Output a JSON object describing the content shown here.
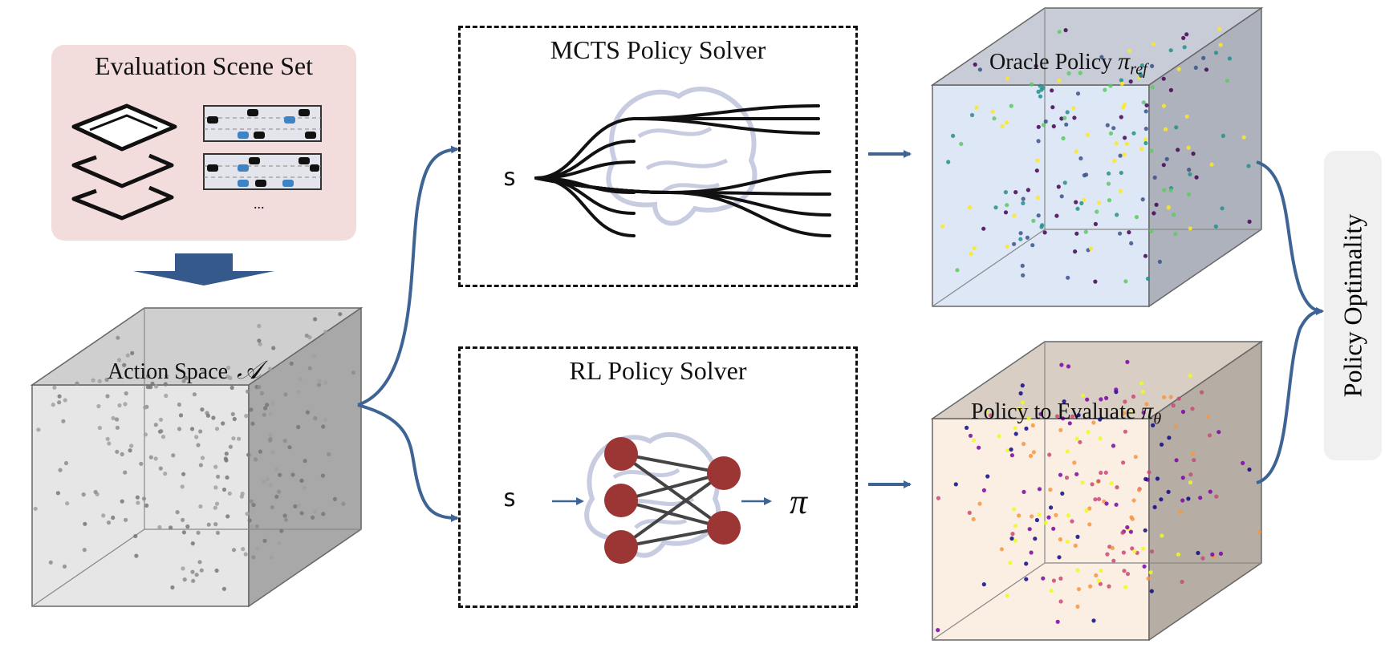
{
  "scene_set": {
    "title": "Evaluation Scene Set",
    "ellipsis": "..."
  },
  "action_space": {
    "label": "Action Space",
    "symbol": "𝒜"
  },
  "mcts_solver": {
    "title": "MCTS Policy Solver",
    "state": "s"
  },
  "rl_solver": {
    "title": "RL Policy Solver",
    "state": "s",
    "output": "π"
  },
  "oracle_policy": {
    "label": "Oracle Policy",
    "symbol": "π",
    "subscript": "ref"
  },
  "eval_policy": {
    "label": "Policy to Evaluate",
    "symbol": "π",
    "subscript": "θ"
  },
  "metric": {
    "label": "Policy Optimality"
  },
  "colors": {
    "arrow": "#3d6494",
    "big_arrow": "#34598a",
    "scene_bg": "#f3dcdc",
    "neuron": "#9b3634",
    "brain": "#c8cce0",
    "cube_gray": "#d9d9d9",
    "cube_blue": "#dce6f4",
    "cube_beige": "#ece0d2",
    "viridis": [
      "#440154",
      "#3b528b",
      "#21918c",
      "#5ec962",
      "#fde725"
    ],
    "plasma": [
      "#0d0887",
      "#7e03a8",
      "#cc4778",
      "#f89540",
      "#f0f921"
    ]
  }
}
